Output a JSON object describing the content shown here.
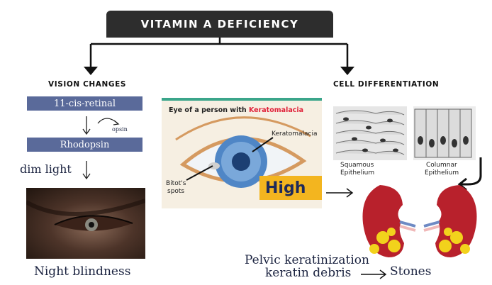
{
  "title": "VITAMIN A DEFICIENCY",
  "left": {
    "heading": "VISION CHANGES",
    "retinal": "11-cis-retinal",
    "opsin": "opsin",
    "rhodopsin": "Rhodopsin",
    "dim_light": "dim light",
    "outcome": "Night blindness"
  },
  "eye": {
    "title_prefix": "Eye of a person with ",
    "title_highlight": "Keratomalacia",
    "label_keratomalacia": "Keratomalacia",
    "label_bitots_1": "Bitot's",
    "label_bitots_2": "spots",
    "badge": "High"
  },
  "right": {
    "heading": "CELL DIFFERENTIATION",
    "squamous_1": "Squamous",
    "squamous_2": "Epithelium",
    "columnar_1": "Columnar",
    "columnar_2": "Epithelium",
    "pelvic": "Pelvic keratinization",
    "debris": "keratin debris",
    "stones": "Stones"
  },
  "colors": {
    "banner": "#2d2d2d",
    "box": "#5a6a9a",
    "highlight_red": "#e0223a",
    "badge_yellow": "#f3b51f",
    "kidney": "#b8212c",
    "stone": "#f2d21c"
  }
}
